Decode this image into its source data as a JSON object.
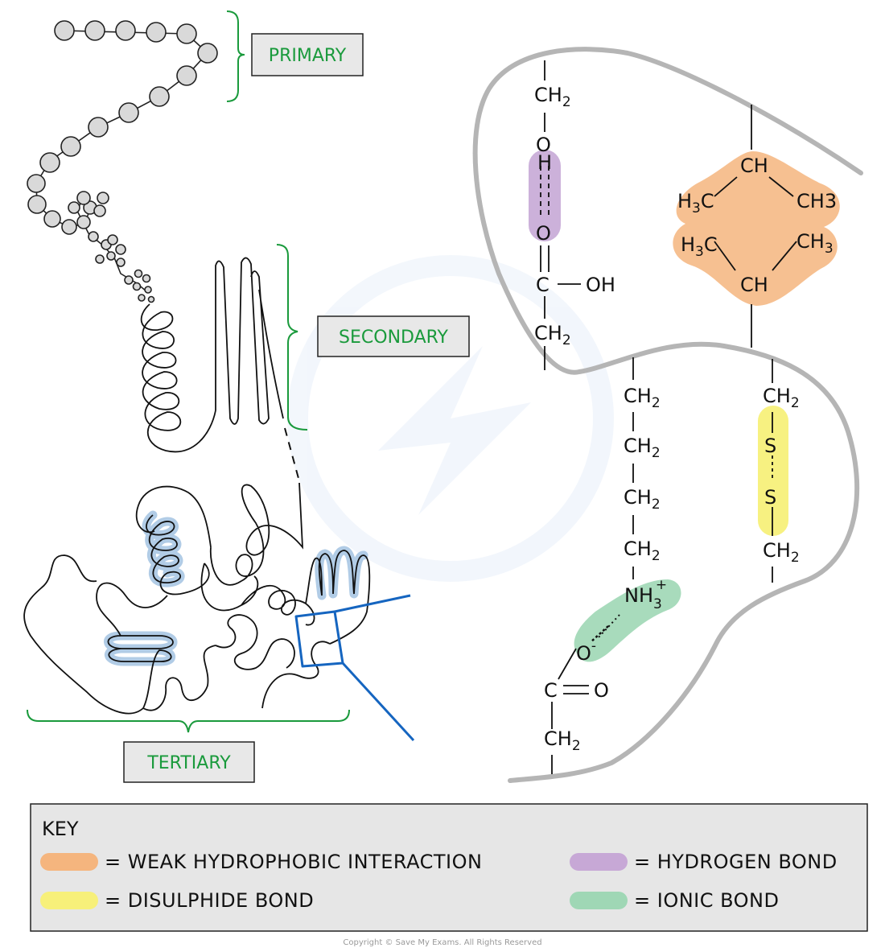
{
  "levels": {
    "primary": "PRIMARY",
    "secondary": "SECONDARY",
    "tertiary": "TERTIARY"
  },
  "chemistry": {
    "ch2": "CH",
    "two": "2",
    "three": "3",
    "o": "O",
    "h": "H",
    "c": "C",
    "oh": "OH",
    "ch": "CH",
    "h3c_h": "H",
    "h3c_c": "C",
    "s": "S",
    "nh": "NH",
    "plus": "+",
    "minus": "-"
  },
  "key": {
    "title": "KEY",
    "items": [
      {
        "label": "= WEAK  HYDROPHOBIC   INTERACTION",
        "color": "#f5b57e"
      },
      {
        "label": "= HYDROGEN  BOND",
        "color": "#c7a8d6"
      },
      {
        "label": "= DISULPHIDE  BOND",
        "color": "#f7f07a"
      },
      {
        "label": "= IONIC  BOND",
        "color": "#9fd7b5"
      }
    ]
  },
  "copyright": "Copyright © Save My Exams. All Rights Reserved",
  "colors": {
    "label_green": "#1a9a3c",
    "label_box": "#e8e8e8",
    "outline_grey": "#b5b5b5",
    "blue_zoom": "#1565c0",
    "helix_highlight": "#a9c7e3"
  }
}
